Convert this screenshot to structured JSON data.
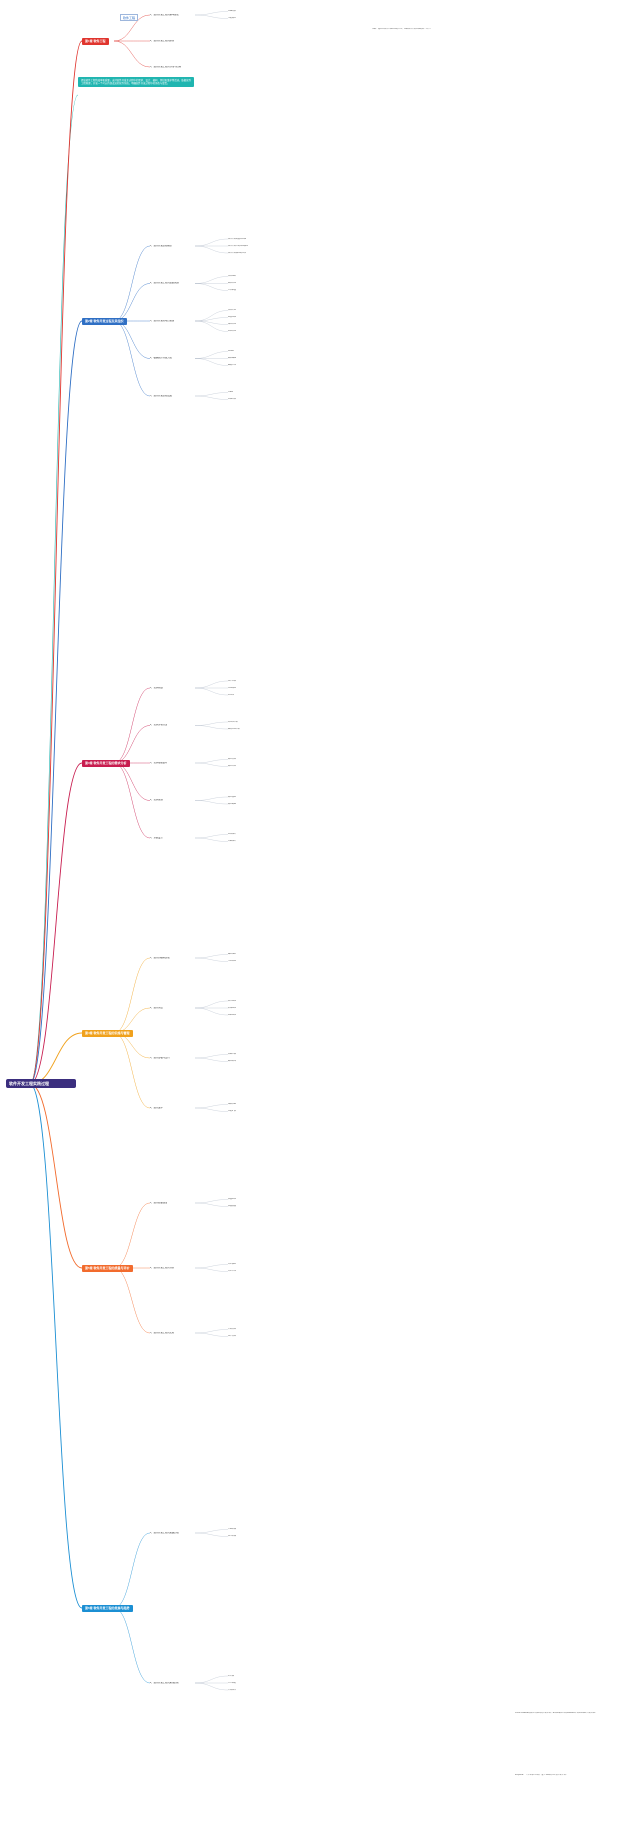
{
  "root": {
    "title": "软件开发工程实践过程"
  },
  "book_title": "软件工程",
  "intro_callout": "提高软件工程的效率和质量，支持软件开发全过程中的需求、设计、编码、测试和维护等活动，依据软件工程原理，开发一个可以持续改进的软件系统，明确软件开发过程中的角色与职责。",
  "chapters": [
    {
      "label": "第1章 软件工程",
      "sections": [
        {
          "label": "1、软件开发工程的基本理论",
          "items": [
            "问题背景",
            "可能需求"
          ]
        },
        {
          "label": "2、软件开发工程的原则",
          "items": []
        },
        {
          "label": "3、软件开发工程的作用与目标",
          "items": []
        }
      ]
    },
    {
      "label": "第2章 软件开发过程及其组织",
      "sections": [
        {
          "label": "1、软件开发过程模型",
          "items": [
            "软件开发的基本过程",
            "软件开发中的常用模型",
            "软件开发模型的比较"
          ]
        },
        {
          "label": "2、软件开发工程的组织管理",
          "items": [
            "项目组织",
            "团队管理",
            "人员配置"
          ]
        },
        {
          "label": "3、软件开发的项目管理",
          "items": [
            "项目计划",
            "进度控制",
            "成本管理",
            "风险管理"
          ]
        },
        {
          "label": "4、敏捷软件开发方法",
          "items": [
            "Scrum",
            "极限编程",
            "看板方法"
          ]
        },
        {
          "label": "5、软件开发过程改进",
          "items": [
            "CMMI",
            "过程评估"
          ]
        }
      ]
    },
    {
      "label": "第3章 软件开发工程的需求分析",
      "sections": [
        {
          "label": "1、需求获取",
          "items": [
            "用户访谈",
            "问卷调查",
            "原型法"
          ]
        },
        {
          "label": "2、需求分析方法",
          "items": [
            "结构化分析",
            "面向对象分析"
          ]
        },
        {
          "label": "3、需求规格说明",
          "items": [
            "需求文档",
            "需求评审"
          ]
        },
        {
          "label": "4、需求管理",
          "items": [
            "需求变更",
            "需求跟踪"
          ]
        },
        {
          "label": "5、系统设计",
          "items": [
            "总体设计",
            "详细设计"
          ]
        }
      ]
    },
    {
      "label": "第4章 软件开发工程的实施与管理",
      "sections": [
        {
          "label": "1、软件的编码实现",
          "items": [
            "编码规范",
            "代码审查"
          ]
        },
        {
          "label": "2、软件测试",
          "items": [
            "单元测试",
            "集成测试",
            "系统测试"
          ]
        },
        {
          "label": "3、软件部署与交付",
          "items": [
            "部署方案",
            "版本发布"
          ]
        },
        {
          "label": "4、软件维护",
          "items": [
            "缺陷修复",
            "功能扩展"
          ]
        }
      ]
    },
    {
      "label": "第5章 软件开发工程的质量与评价",
      "sections": [
        {
          "label": "1、软件质量保证",
          "items": [
            "质量标准",
            "质量度量"
          ]
        },
        {
          "label": "2、软件开发工程的评价",
          "items": [
            "评价指标",
            "评价方法"
          ]
        },
        {
          "label": "3、软件开发工程的文档",
          "items": [
            "开发文档",
            "用户文档"
          ]
        }
      ]
    },
    {
      "label": "第6章 软件开发工程的发展与趋势",
      "sections": [
        {
          "label": "1、软件开发工程的发展历程",
          "items": [
            "早期阶段",
            "现代阶段"
          ]
        },
        {
          "label": "2、软件开发工程的未来趋势",
          "items": [
            "云计算",
            "人工智能",
            "开源软件"
          ]
        }
      ]
    }
  ],
  "side_note_1": "注解：通过对软件工程原理的学习，理解软件开发过程的各个环节。",
  "side_note_2": "Visual Studio是微软公司推出的开发环境，是目前最流行的Windows平台应用程序开发环境。",
  "side_note_3": "Eclipse是一个开放源代码的、基于Java的可扩展开发平台。"
}
